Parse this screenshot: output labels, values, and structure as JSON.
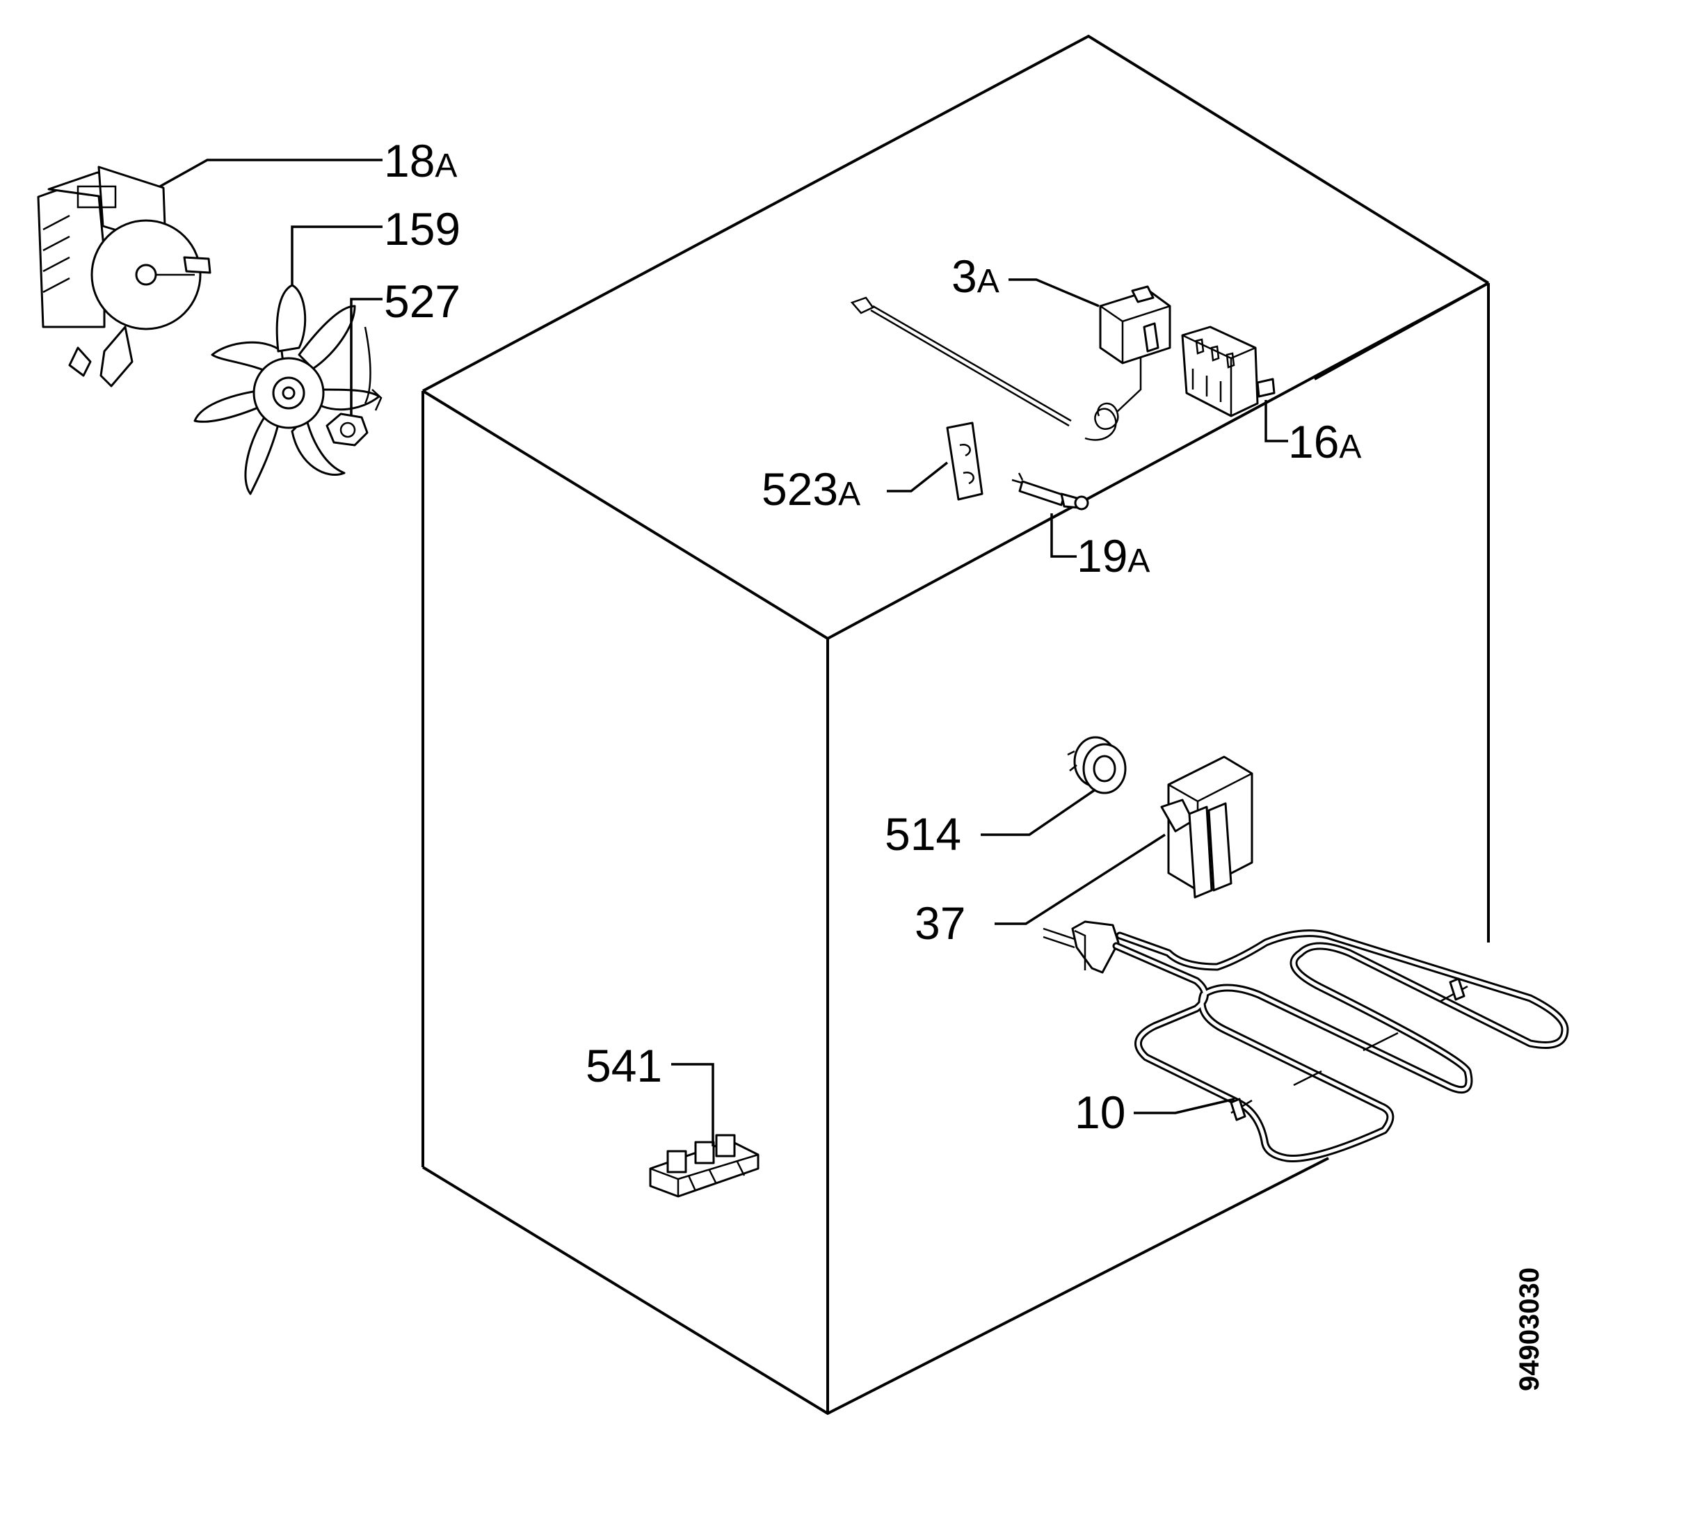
{
  "diagram": {
    "drawing_code": "94903030",
    "parts": [
      {
        "key": "fan_motor",
        "number": "18",
        "suffix": "A"
      },
      {
        "key": "fan_blade",
        "number": "159",
        "suffix": ""
      },
      {
        "key": "fan_nut",
        "number": "527",
        "suffix": ""
      },
      {
        "key": "thermostat",
        "number": "3",
        "suffix": "A"
      },
      {
        "key": "selector_switch",
        "number": "16",
        "suffix": "A"
      },
      {
        "key": "bracket",
        "number": "523",
        "suffix": "A"
      },
      {
        "key": "indicator_lamp",
        "number": "19",
        "suffix": "A"
      },
      {
        "key": "lamp_socket",
        "number": "514",
        "suffix": ""
      },
      {
        "key": "terminal_cover",
        "number": "37",
        "suffix": ""
      },
      {
        "key": "terminal_block",
        "number": "541",
        "suffix": ""
      },
      {
        "key": "grill_element",
        "number": "10",
        "suffix": ""
      }
    ]
  }
}
